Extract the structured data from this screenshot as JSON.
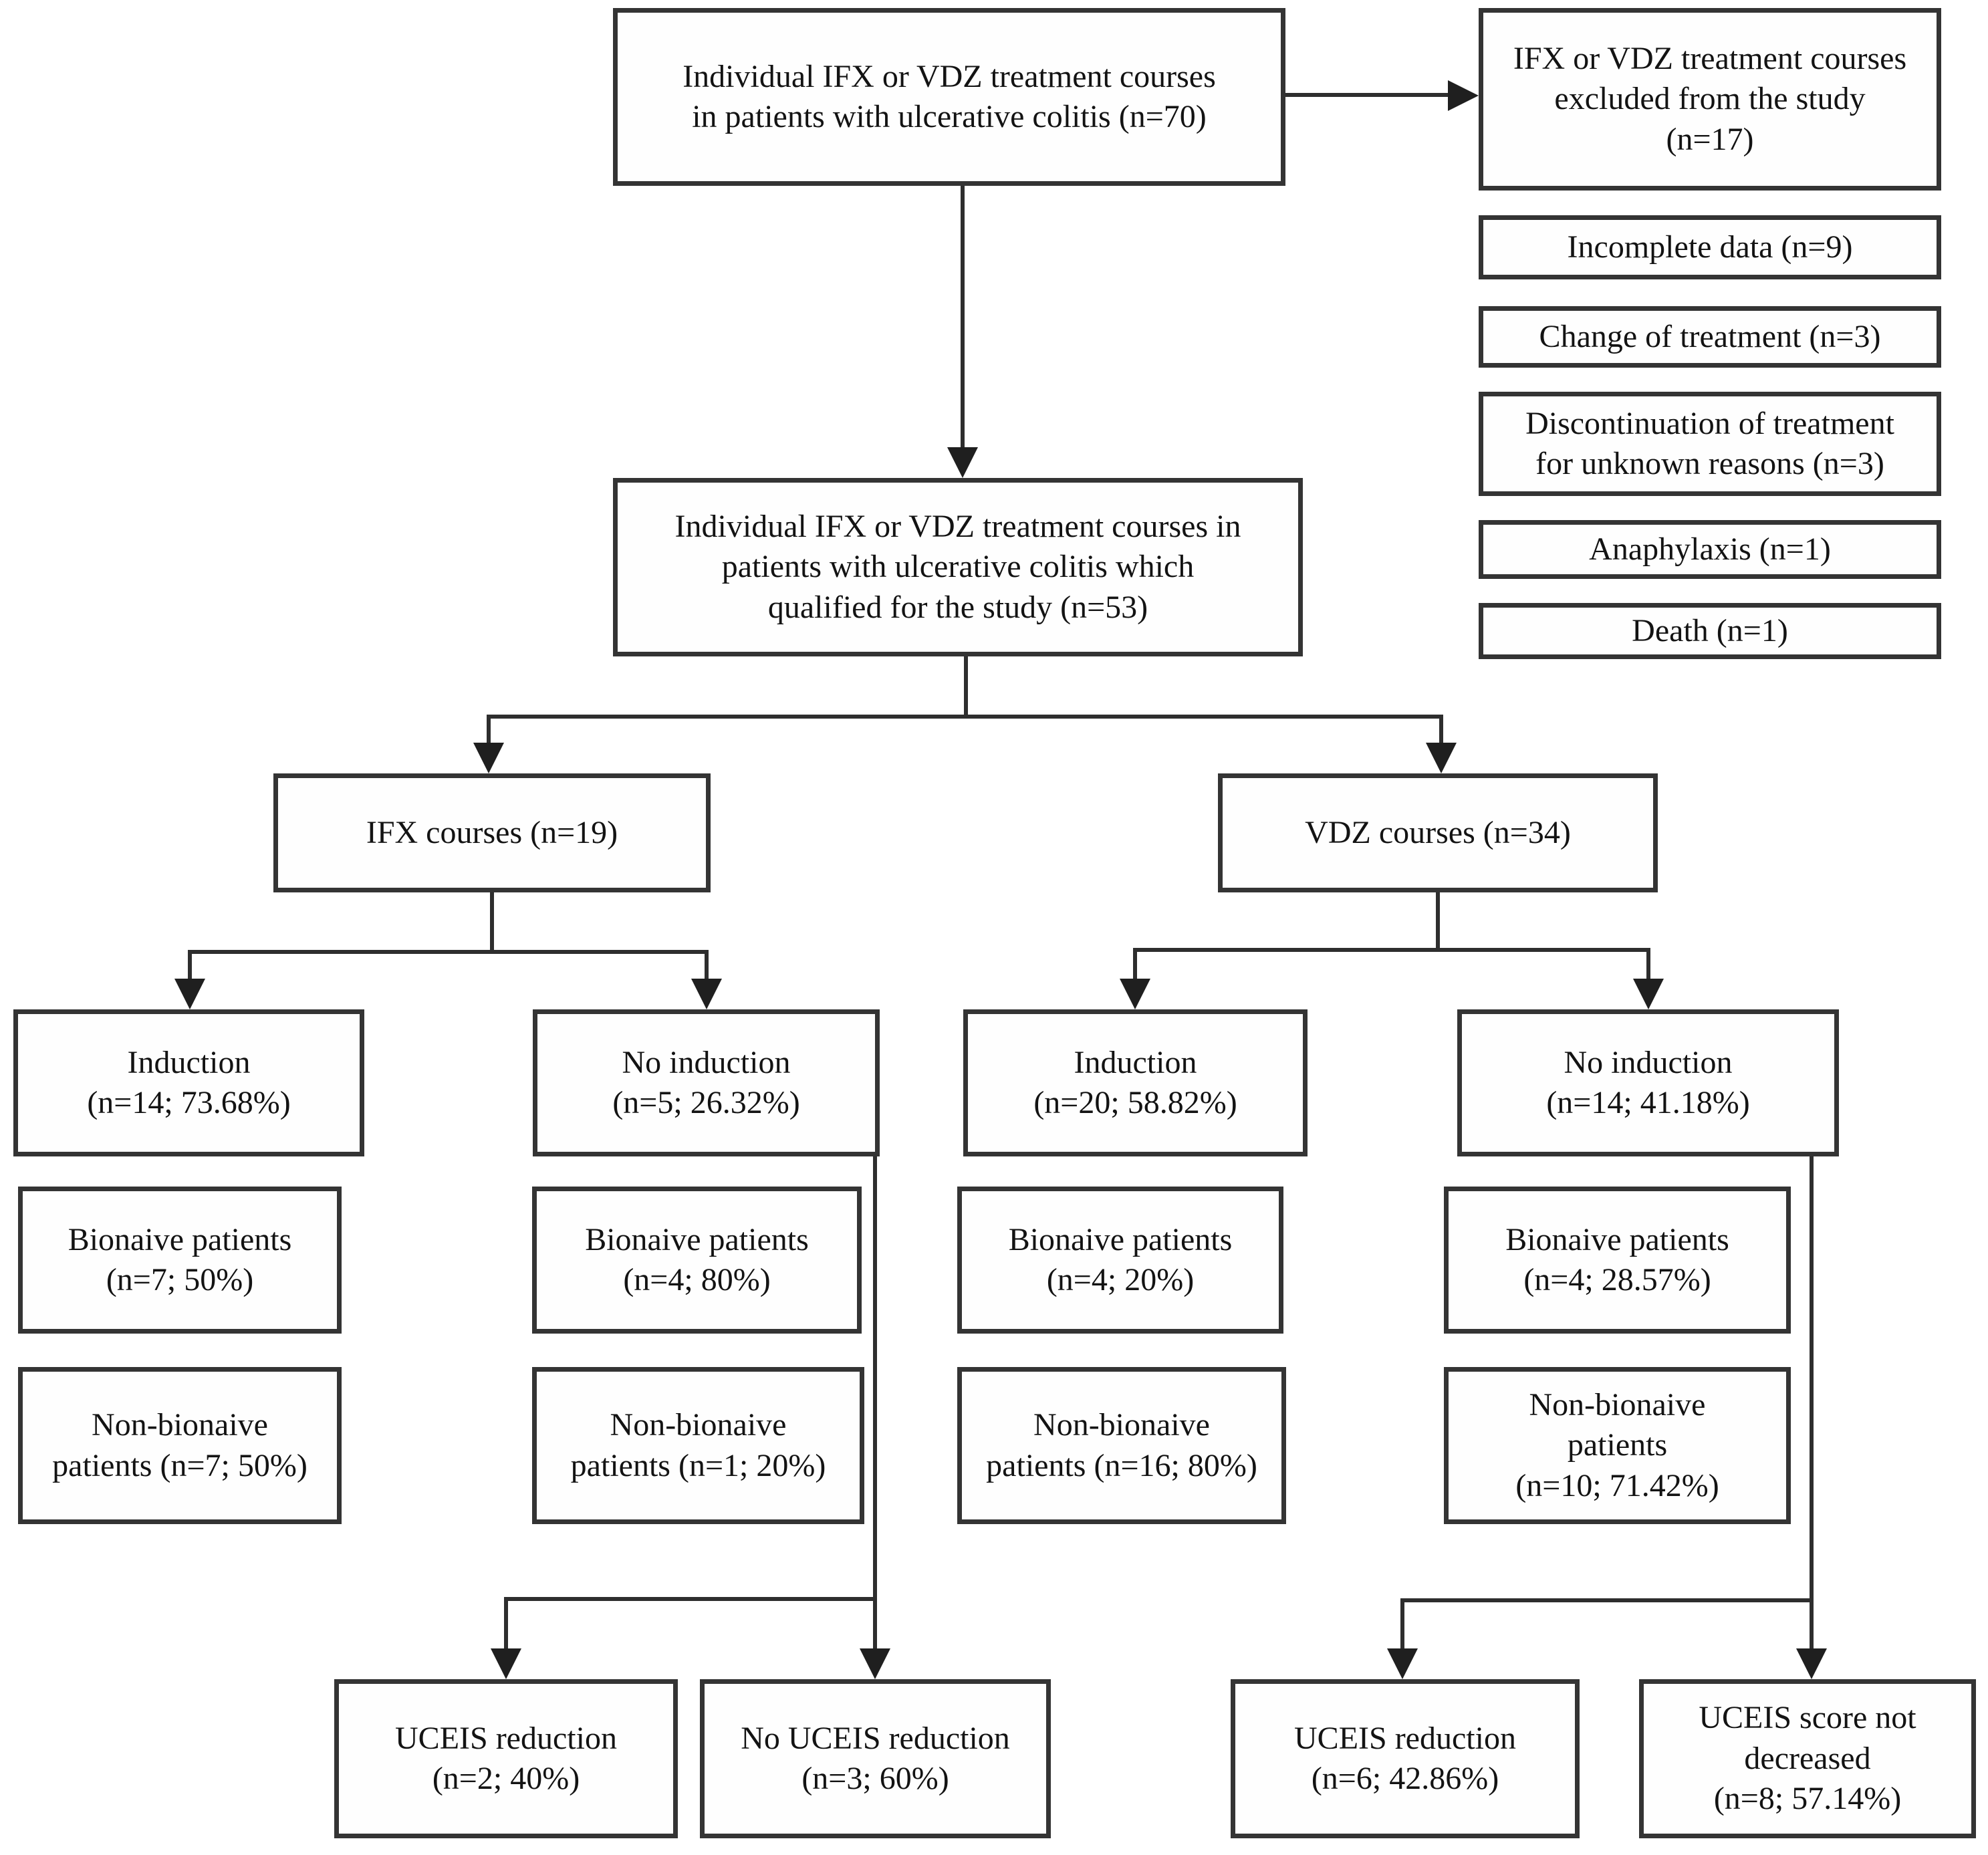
{
  "figure": {
    "type": "flowchart",
    "background_color": "#ffffff",
    "line_color": "#2e2e2e",
    "text_color": "#131313"
  },
  "nodes": {
    "total": "Individual IFX or VDZ treatment courses\nin patients with ulcerative colitis (n=70)",
    "excluded": "IFX or VDZ treatment courses\nexcluded from the study\n(n=17)",
    "incomplete_data": "Incomplete data (n=9)",
    "change_of_treatment": "Change of treatment (n=3)",
    "discontinuation": "Discontinuation of treatment\nfor unknown reasons (n=3)",
    "anaphylaxis": "Anaphylaxis (n=1)",
    "death": "Death (n=1)",
    "qualified": "Individual IFX or VDZ treatment courses in\npatients with ulcerative colitis which\nqualified for the study (n=53)",
    "ifx_courses": "IFX courses (n=19)",
    "vdz_courses": "VDZ courses (n=34)",
    "ifx_induction": "Induction\n(n=14; 73.68%)",
    "ifx_no_induction": "No induction\n(n=5; 26.32%)",
    "vdz_induction": "Induction\n(n=20; 58.82%)",
    "vdz_no_induction": "No induction\n(n=14; 41.18%)",
    "ifx_induction_bionaive": "Bionaive patients\n(n=7; 50%)",
    "ifx_no_induction_bionaive": "Bionaive patients\n(n=4; 80%)",
    "vdz_induction_bionaive": "Bionaive patients\n(n=4; 20%)",
    "vdz_no_induction_bionaive": "Bionaive patients\n(n=4; 28.57%)",
    "ifx_induction_non_bionaive": "Non-bionaive\npatients (n=7; 50%)",
    "ifx_no_induction_non_bionaive": "Non-bionaive\npatients (n=1; 20%)",
    "vdz_induction_non_bionaive": "Non-bionaive\npatients (n=16; 80%)",
    "vdz_no_induction_non_bionaive": "Non-bionaive\npatients\n(n=10; 71.42%)",
    "ifx_uceis_reduction": "UCEIS reduction\n(n=2; 40%)",
    "ifx_no_uceis_reduction": "No UCEIS reduction\n(n=3; 60%)",
    "vdz_uceis_reduction": "UCEIS reduction\n(n=6; 42.86%)",
    "vdz_uceis_not_decreased": "UCEIS score not\ndecreased\n(n=8; 57.14%)"
  },
  "edges": [
    {
      "from": "total",
      "to": "excluded"
    },
    {
      "from": "total",
      "to": "qualified"
    },
    {
      "from": "qualified",
      "to": "ifx_courses"
    },
    {
      "from": "qualified",
      "to": "vdz_courses"
    },
    {
      "from": "ifx_courses",
      "to": "ifx_induction"
    },
    {
      "from": "ifx_courses",
      "to": "ifx_no_induction"
    },
    {
      "from": "vdz_courses",
      "to": "vdz_induction"
    },
    {
      "from": "vdz_courses",
      "to": "vdz_no_induction"
    },
    {
      "from": "ifx_no_induction",
      "to": "ifx_uceis_reduction"
    },
    {
      "from": "ifx_no_induction",
      "to": "ifx_no_uceis_reduction"
    },
    {
      "from": "vdz_no_induction",
      "to": "vdz_uceis_reduction"
    },
    {
      "from": "vdz_no_induction",
      "to": "vdz_uceis_not_decreased"
    }
  ]
}
